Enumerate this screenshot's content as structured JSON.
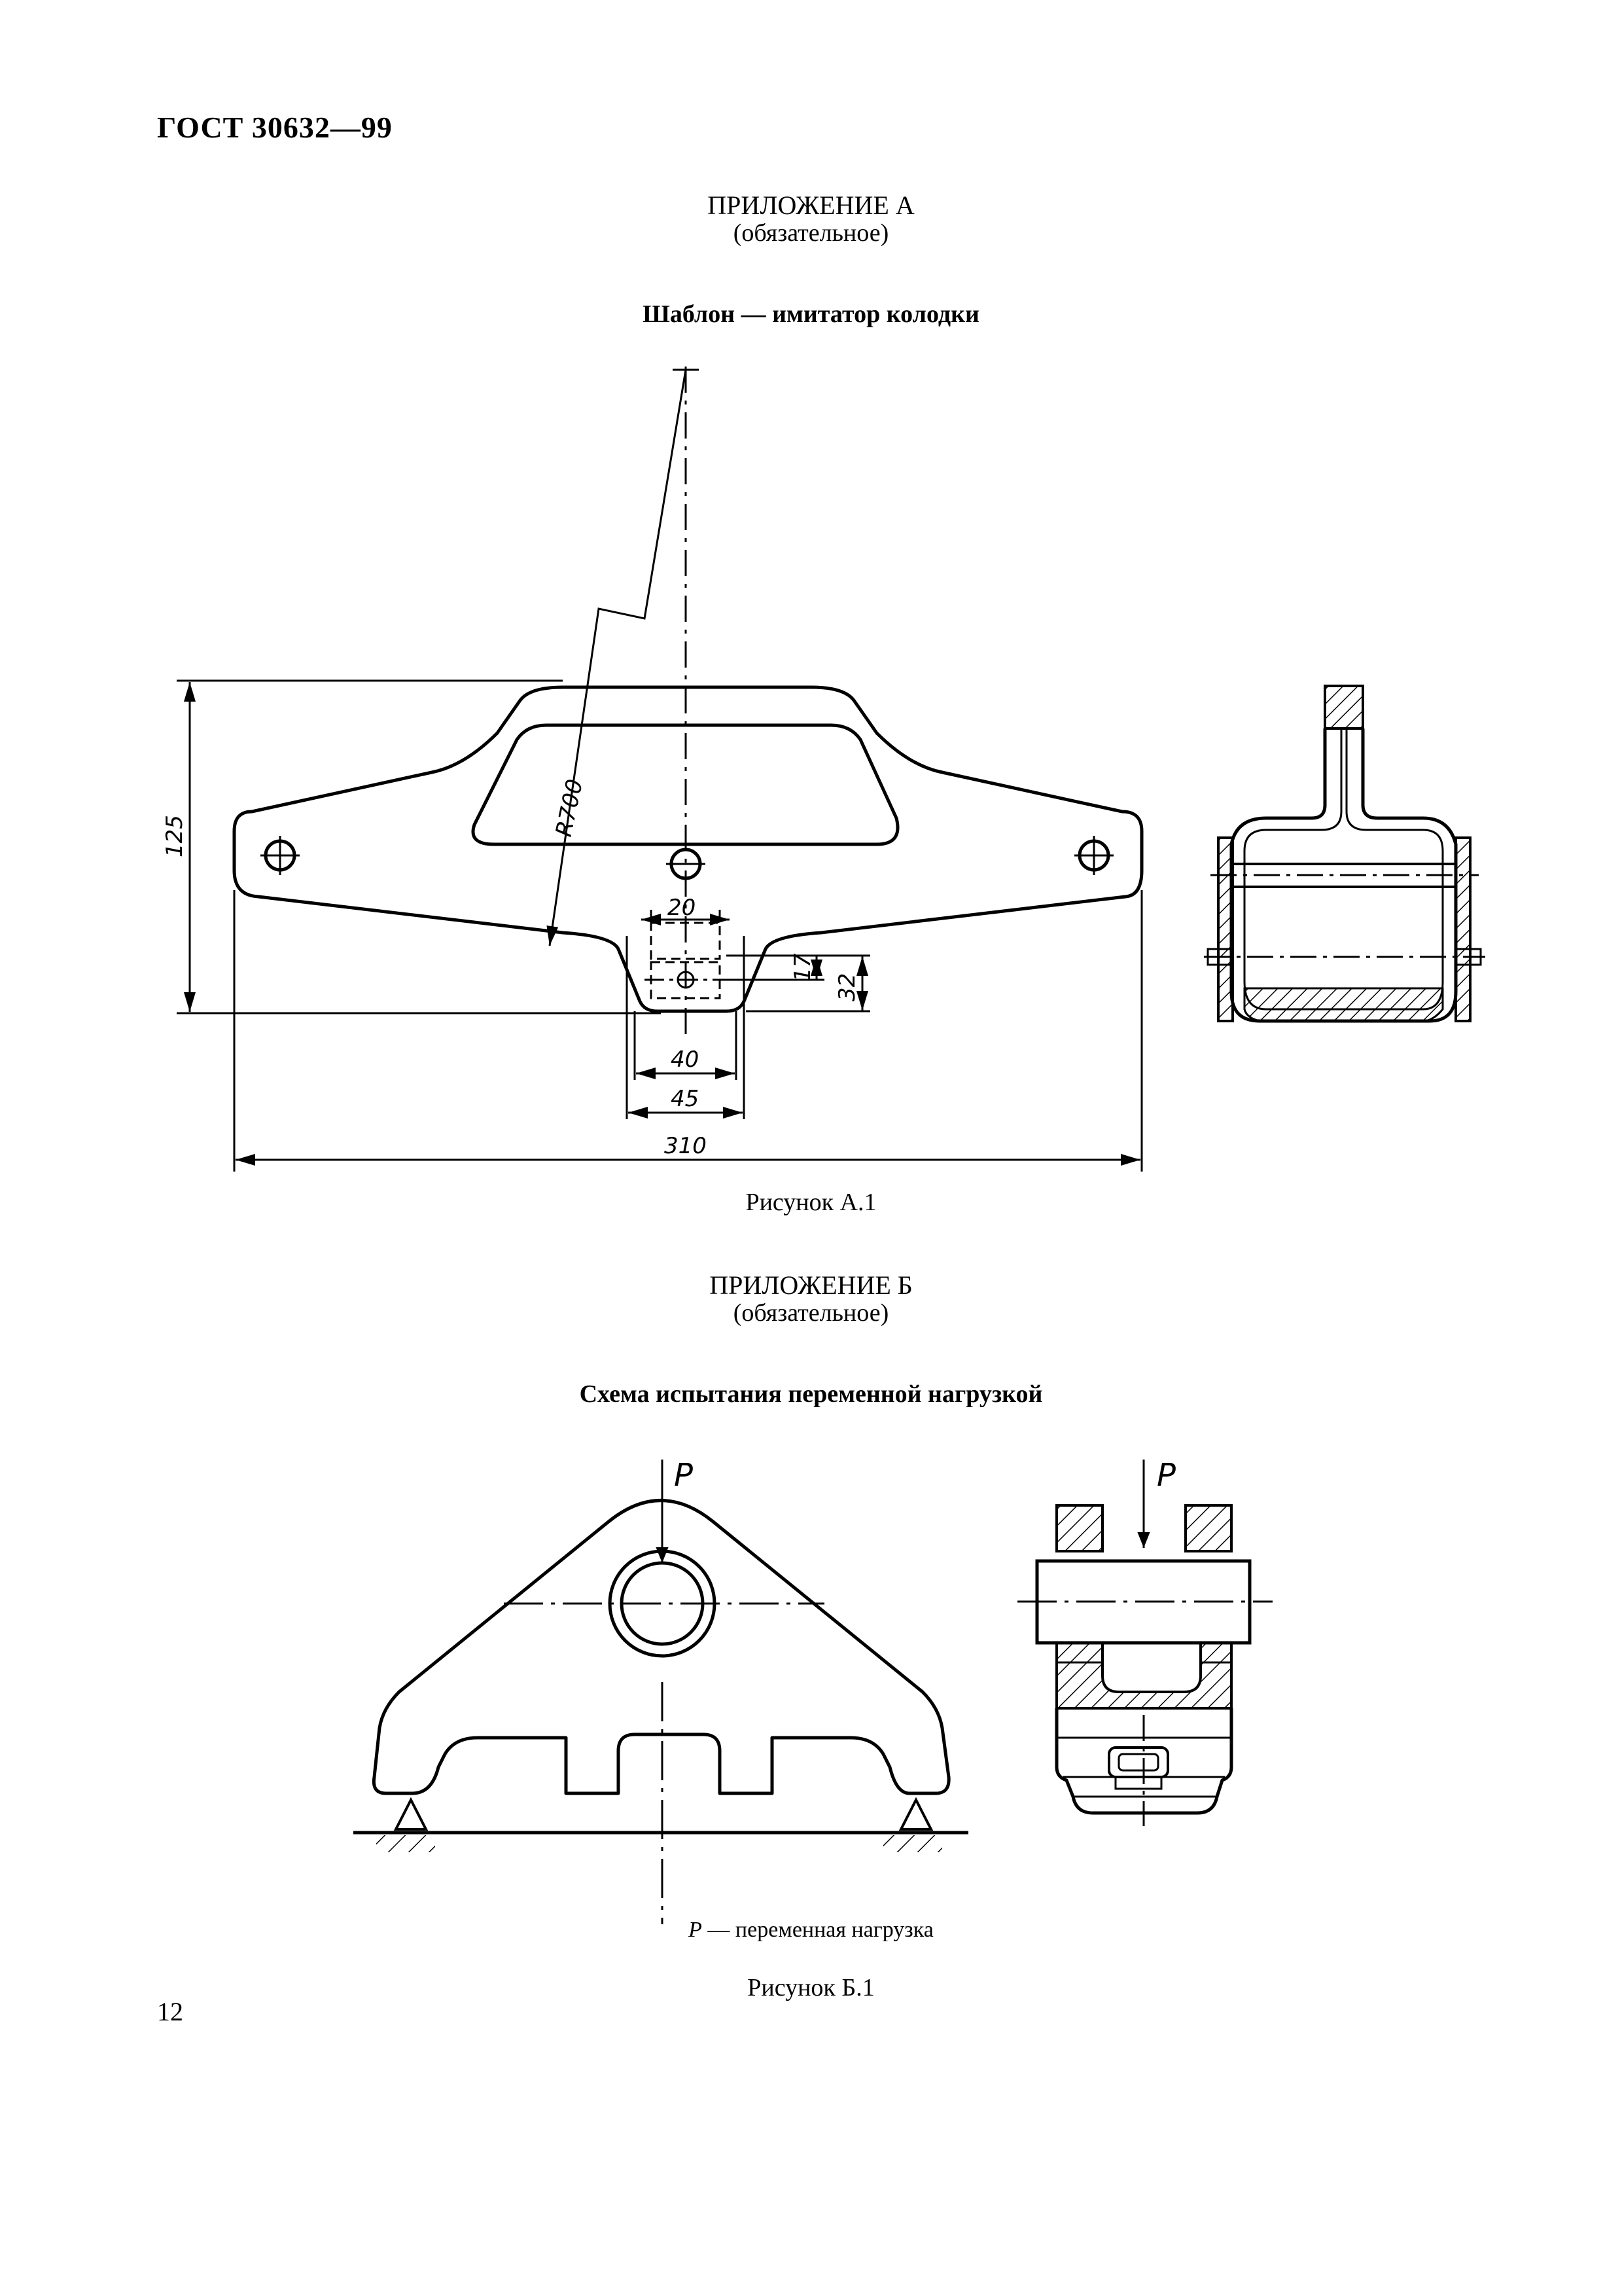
{
  "document": {
    "header": "ГОСТ 30632—99",
    "page_number": "12"
  },
  "appendix_a": {
    "title": "ПРИЛОЖЕНИЕ А",
    "status": "(обязательное)",
    "section_title": "Шаблон — имитатор колодки",
    "figure_caption": "Рисунок А.1",
    "dimensions": {
      "radius": "R700",
      "height_total": "125",
      "width_20": "20",
      "depth_17": "17",
      "depth_32": "32",
      "width_40": "40",
      "width_45": "45",
      "width_total": "310"
    }
  },
  "appendix_b": {
    "title": "ПРИЛОЖЕНИЕ Б",
    "status": "(обязательное)",
    "section_title": "Схема испытания переменной нагрузкой",
    "load_symbol": "P",
    "legend_symbol": "P",
    "legend_text": " — переменная нагрузка",
    "figure_caption": "Рисунок Б.1"
  }
}
